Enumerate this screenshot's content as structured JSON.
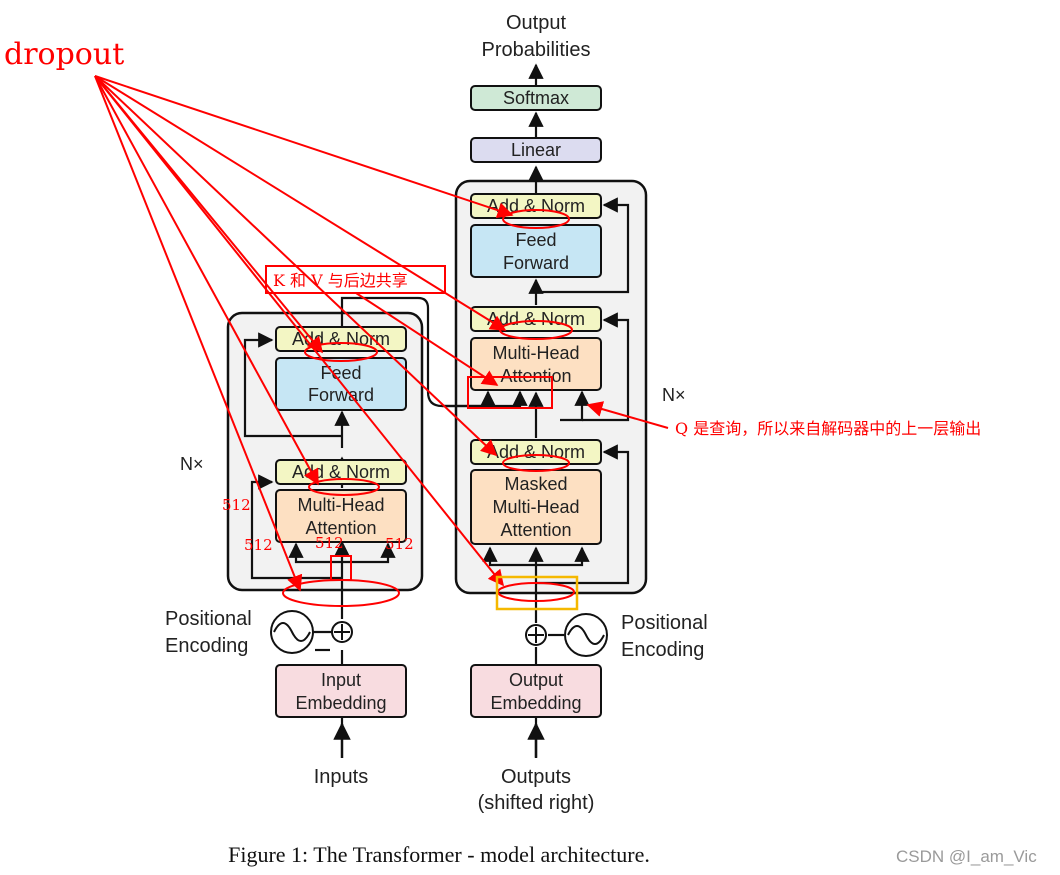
{
  "annotations": {
    "dropout": "dropout",
    "kv_note": "K 和 V 与后边共享",
    "q_note": "Q 是查询，所以来自解码器中的上一层输出",
    "dim_512": "512",
    "colors": {
      "annotation": "#ff0000",
      "highlight": "#f5b800"
    }
  },
  "encoder": {
    "add_norm_top": "Add & Norm",
    "ff_line1": "Feed",
    "ff_line2": "Forward",
    "add_norm_bottom": "Add & Norm",
    "mha_line1": "Multi-Head",
    "mha_line2": "Attention",
    "nx": "N×",
    "pe_line1": "Positional",
    "pe_line2": "Encoding",
    "emb_line1": "Input",
    "emb_line2": "Embedding",
    "input_label": "Inputs"
  },
  "decoder": {
    "output_line1": "Output",
    "output_line2": "Probabilities",
    "softmax": "Softmax",
    "linear": "Linear",
    "add_norm_1": "Add & Norm",
    "ff_line1": "Feed",
    "ff_line2": "Forward",
    "add_norm_2": "Add & Norm",
    "mha_line1": "Multi-Head",
    "mha_line2": "Attention",
    "add_norm_3": "Add & Norm",
    "masked_line1": "Masked",
    "masked_line2": "Multi-Head",
    "masked_line3": "Attention",
    "nx": "N×",
    "pe_line1": "Positional",
    "pe_line2": "Encoding",
    "emb_line1": "Output",
    "emb_line2": "Embedding",
    "output_label_1": "Outputs",
    "output_label_2": "(shifted right)"
  },
  "caption": "Figure 1: The Transformer - model architecture.",
  "watermark": "CSDN @I_am_Vic",
  "palette": {
    "add_norm": "#f3f6c4",
    "feed_forward": "#c6e6f4",
    "attention": "#fde0c2",
    "embedding": "#f8dce0",
    "softmax": "#cfe9d6",
    "linear": "#dcdcf0",
    "stack_bg": "#f2f2f2"
  }
}
